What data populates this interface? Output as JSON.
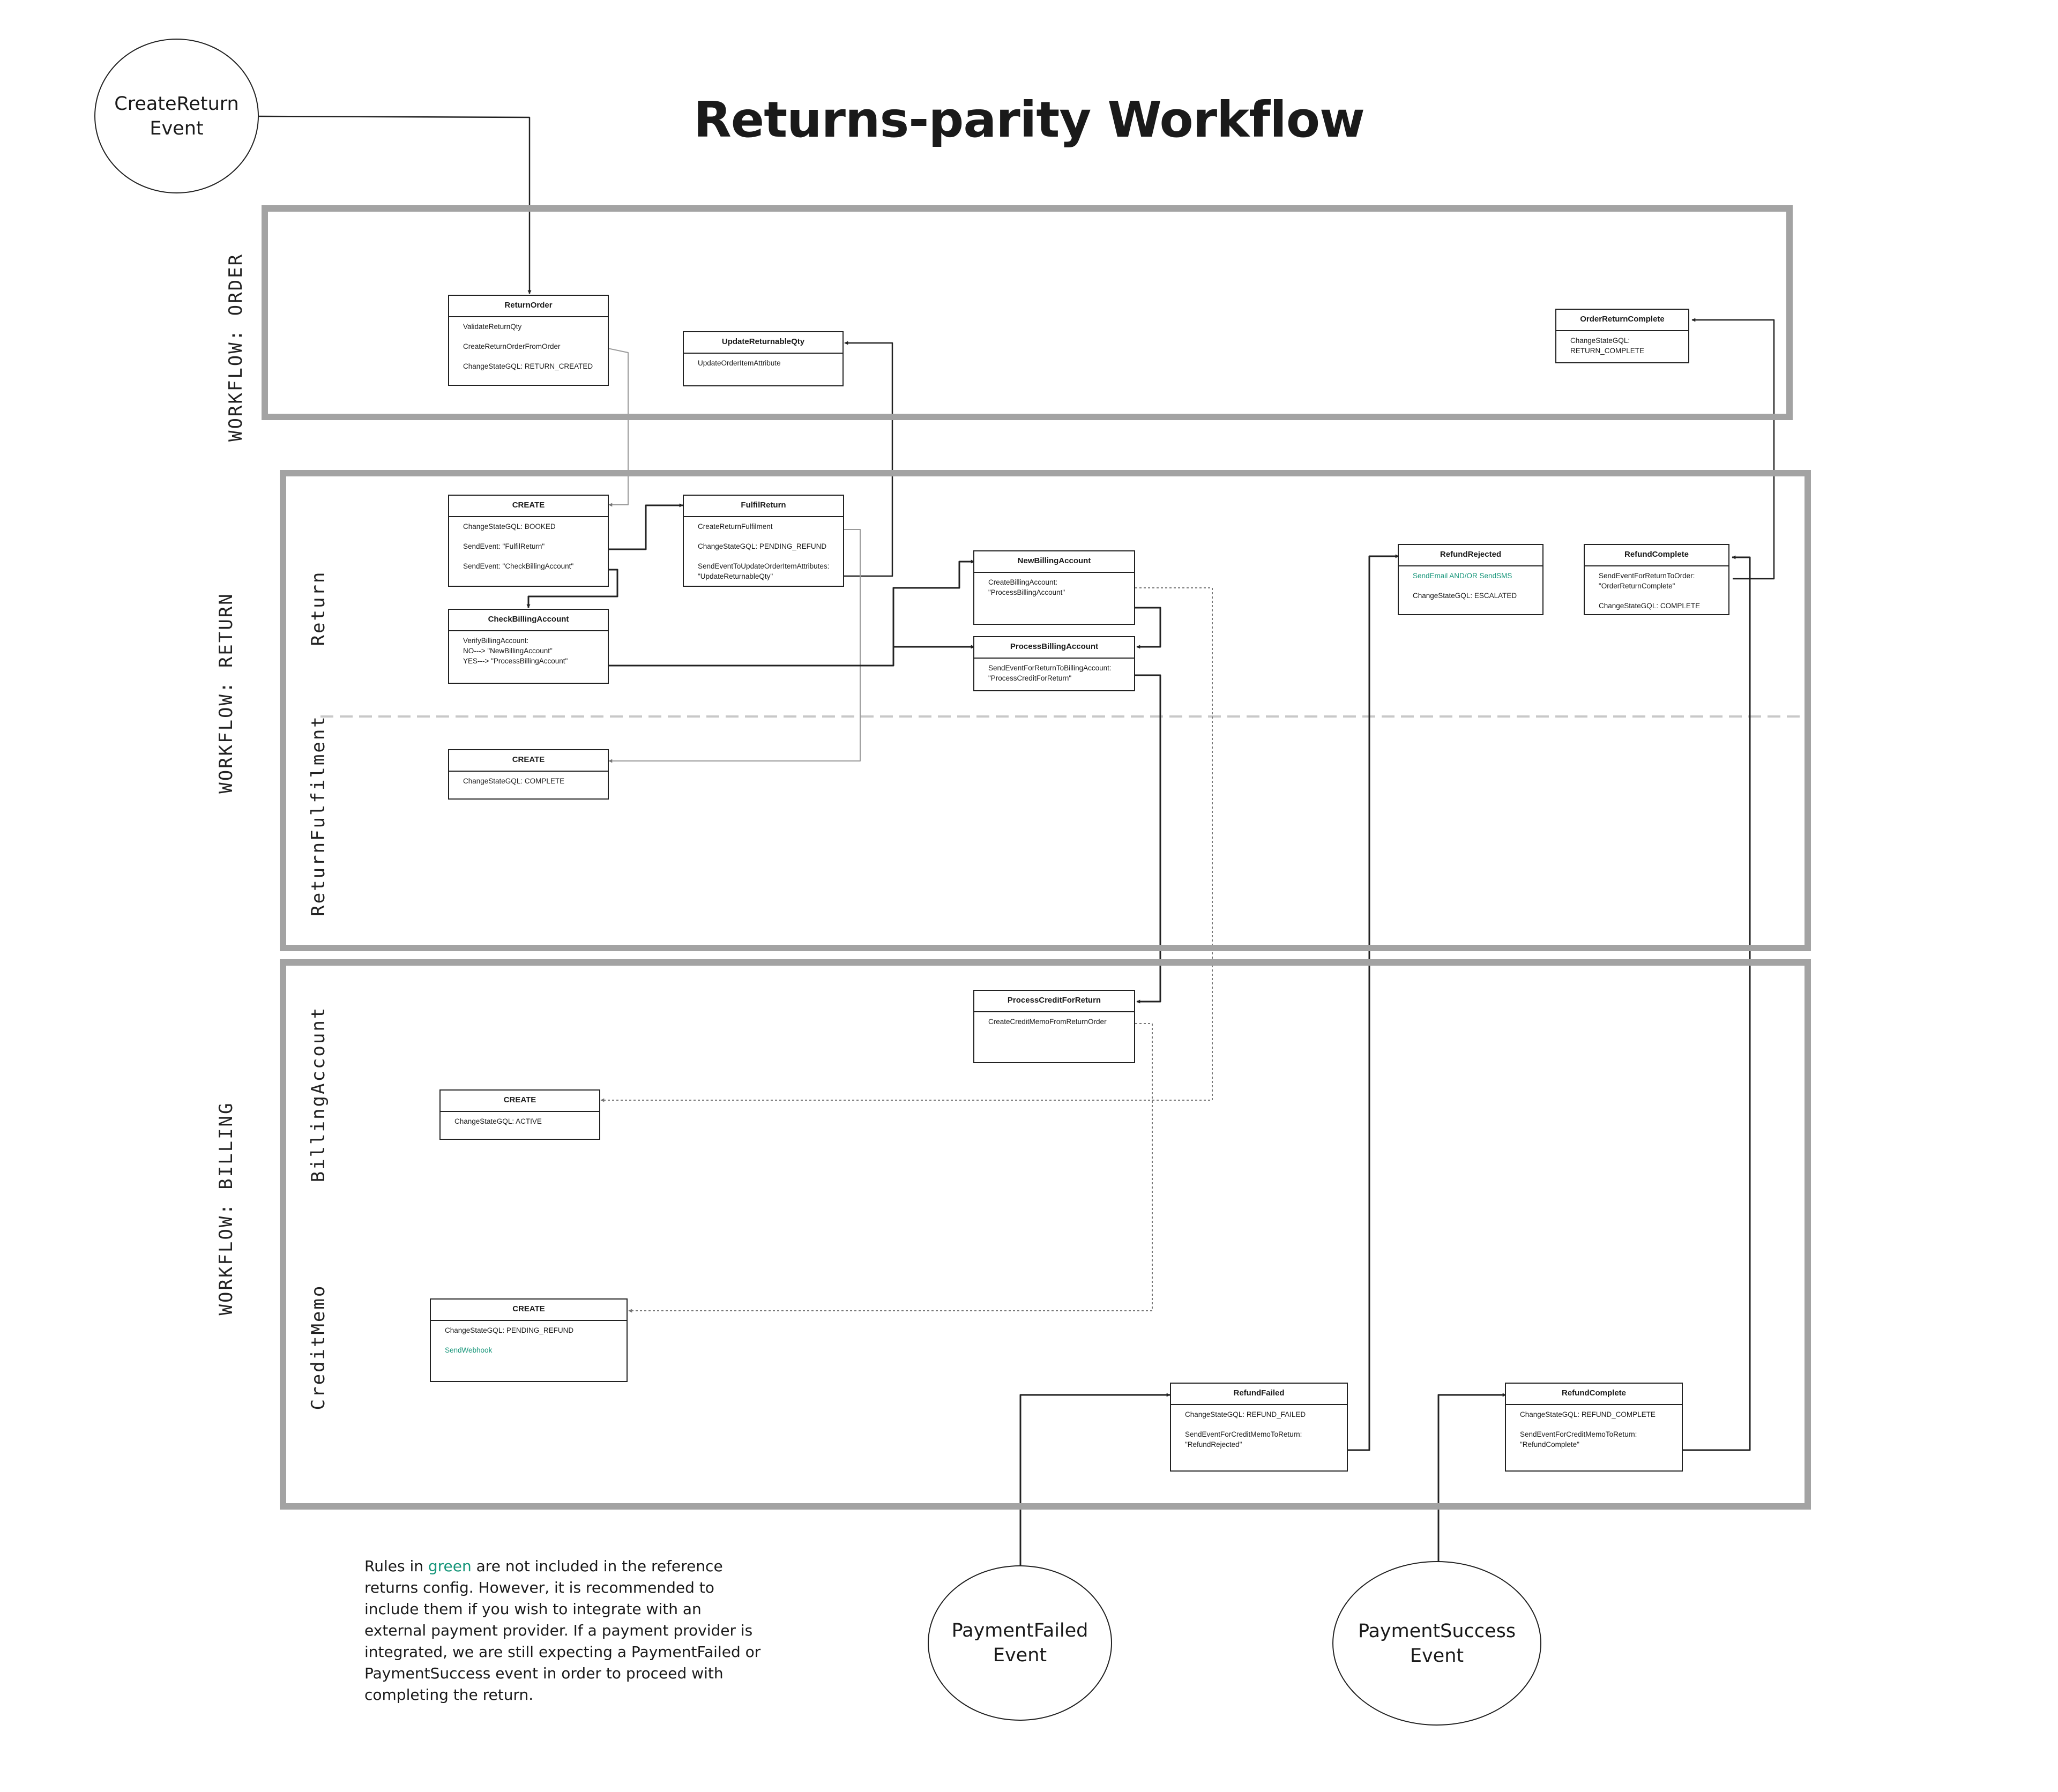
{
  "title": "Returns-parity Workflow",
  "lanes": {
    "order": "WORKFLOW: ORDER",
    "return": "WORKFLOW: RETURN",
    "billing": "WORKFLOW: BILLING"
  },
  "sublanes": {
    "return": "Return",
    "return_fulfilment": "ReturnFulfilment",
    "billing_account": "BillingAccount",
    "credit_memo": "CreditMemo"
  },
  "events": {
    "create_return": [
      "CreateReturn",
      "Event"
    ],
    "payment_failed": [
      "PaymentFailed",
      "Event"
    ],
    "payment_success": [
      "PaymentSuccess",
      "Event"
    ]
  },
  "boxes": {
    "return_order": {
      "title": "ReturnOrder",
      "rules": [
        {
          "text": "ValidateReturnQty",
          "green": false
        },
        {
          "text": "CreateReturnOrderFromOrder",
          "green": false
        },
        {
          "text": "ChangeStateGQL: RETURN_CREATED",
          "green": false
        }
      ]
    },
    "update_returnable_qty": {
      "title": "UpdateReturnableQty",
      "rules": [
        {
          "text": "UpdateOrderItemAttribute",
          "green": false
        }
      ]
    },
    "order_return_complete": {
      "title": "OrderReturnComplete",
      "rules": [
        {
          "text": "ChangeStateGQL: RETURN_COMPLETE",
          "green": false
        }
      ]
    },
    "return_create": {
      "title": "CREATE",
      "rules": [
        {
          "text": "ChangeStateGQL: BOOKED",
          "green": false
        },
        {
          "text": "SendEvent: \"FulfilReturn\"",
          "green": false
        },
        {
          "text": "SendEvent: \"CheckBillingAccount\"",
          "green": false
        }
      ]
    },
    "fulfil_return": {
      "title": "FulfilReturn",
      "rules": [
        {
          "text": "CreateReturnFulfilment",
          "green": false
        },
        {
          "text": "ChangeStateGQL: PENDING_REFUND",
          "green": false
        },
        {
          "text": "SendEventToUpdateOrderItemAttributes:\n\"UpdateReturnableQty\"",
          "green": false
        }
      ]
    },
    "new_billing_account": {
      "title": "NewBillingAccount",
      "rules": [
        {
          "text": "CreateBillingAccount:\n\"ProcessBillingAccount\"",
          "green": false
        }
      ]
    },
    "check_billing_account": {
      "title": "CheckBillingAccount",
      "rules": [
        {
          "text": "VerifyBillingAccount:\nNO---> \"NewBillingAccount\"\nYES---> \"ProcessBillingAccount\"",
          "green": false
        }
      ]
    },
    "process_billing_account": {
      "title": "ProcessBillingAccount",
      "rules": [
        {
          "text": "SendEventForReturnToBillingAccount:\n\"ProcessCreditForReturn\"",
          "green": false
        }
      ]
    },
    "refund_rejected": {
      "title": "RefundRejected",
      "rules": [
        {
          "text": "SendEmail AND/OR SendSMS",
          "green": true
        },
        {
          "text": "ChangeStateGQL: ESCALATED",
          "green": false
        }
      ]
    },
    "return_refund_complete": {
      "title": "RefundComplete",
      "rules": [
        {
          "text": "SendEventForReturnToOrder:\n\"OrderReturnComplete\"",
          "green": false
        },
        {
          "text": "ChangeStateGQL: COMPLETE",
          "green": false
        }
      ]
    },
    "fulfilment_create": {
      "title": "CREATE",
      "rules": [
        {
          "text": "ChangeStateGQL: COMPLETE",
          "green": false
        }
      ]
    },
    "process_credit_for_return": {
      "title": "ProcessCreditForReturn",
      "rules": [
        {
          "text": "CreateCreditMemoFromReturnOrder",
          "green": false
        }
      ]
    },
    "billing_account_create": {
      "title": "CREATE",
      "rules": [
        {
          "text": "ChangeStateGQL: ACTIVE",
          "green": false
        }
      ]
    },
    "credit_memo_create": {
      "title": "CREATE",
      "rules": [
        {
          "text": "ChangeStateGQL: PENDING_REFUND",
          "green": false
        },
        {
          "text": "SendWebhook",
          "green": true
        }
      ]
    },
    "refund_failed": {
      "title": "RefundFailed",
      "rules": [
        {
          "text": "ChangeStateGQL: REFUND_FAILED",
          "green": false
        },
        {
          "text": "SendEventForCreditMemoToReturn:\n\"RefundRejected\"",
          "green": false
        }
      ]
    },
    "memo_refund_complete": {
      "title": "RefundComplete",
      "rules": [
        {
          "text": "ChangeStateGQL: REFUND_COMPLETE",
          "green": false
        },
        {
          "text": "SendEventForCreditMemoToReturn:\n\"RefundComplete\"",
          "green": false
        }
      ]
    }
  },
  "note": {
    "before": "Rules in ",
    "highlight": "green",
    "after": " are not included in the reference returns config. However, it is recommended to include them if you wish to integrate with an external payment provider. If a payment provider is integrated, we are still expecting a PaymentFailed or PaymentSuccess event in order to proceed with completing the return."
  }
}
